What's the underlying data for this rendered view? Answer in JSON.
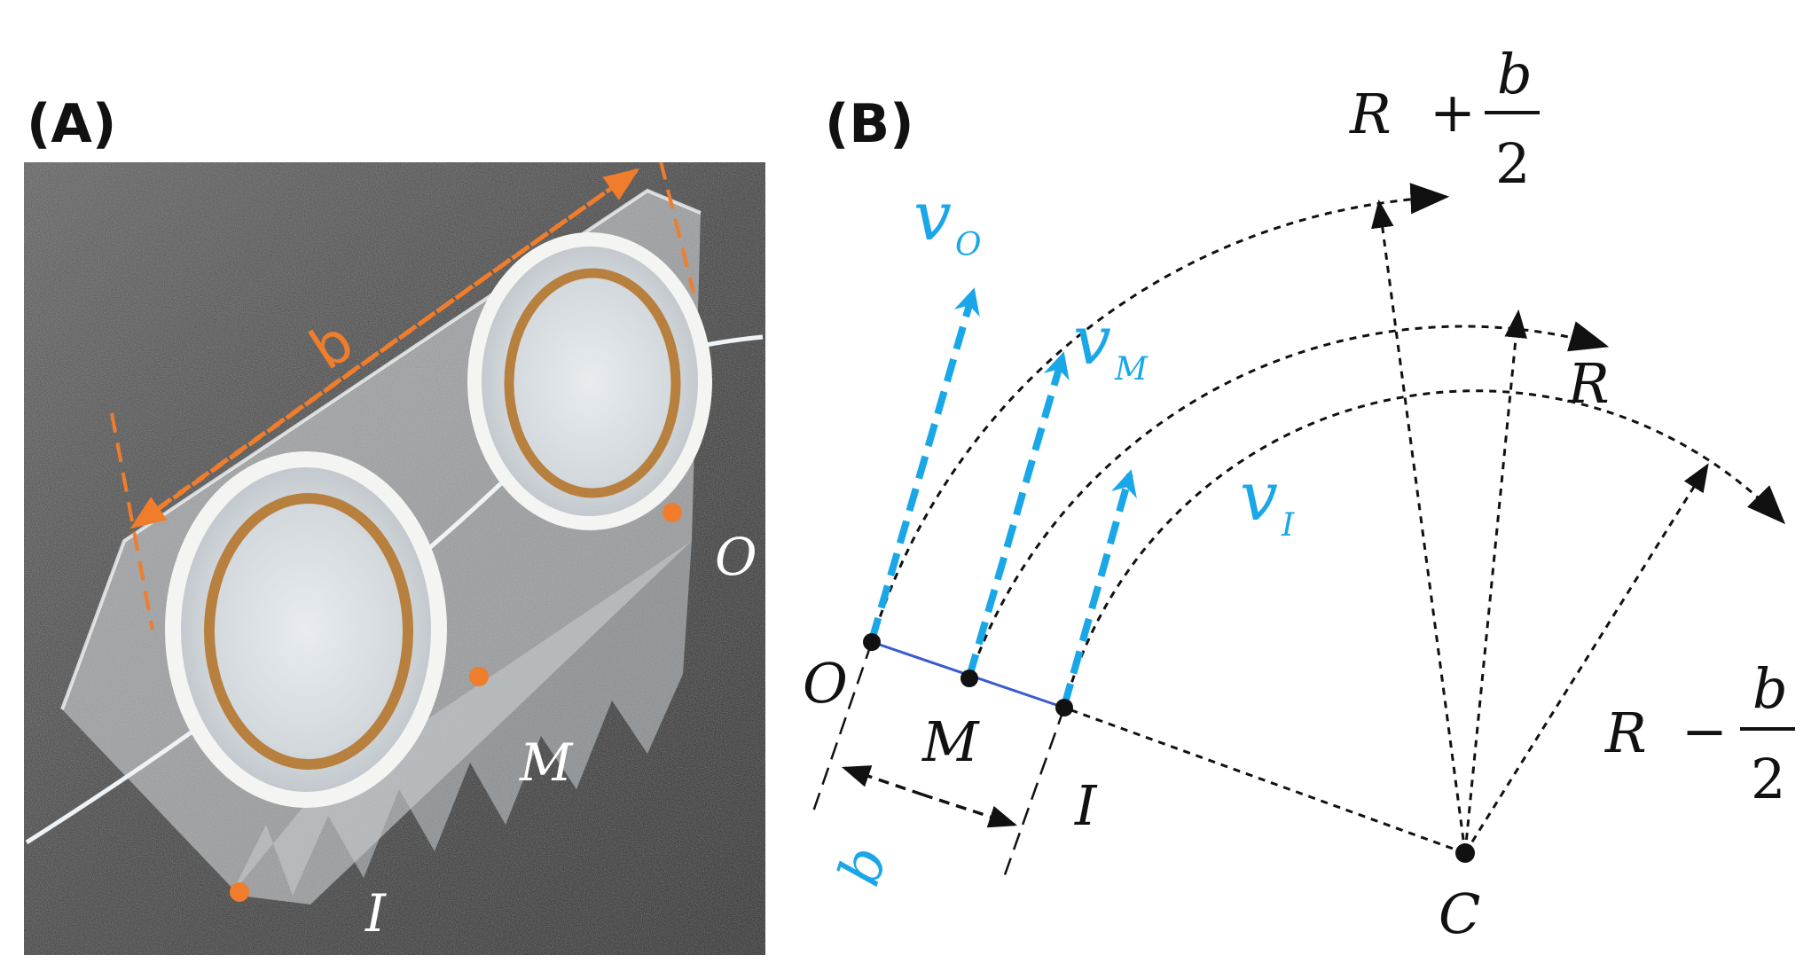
{
  "panels": {
    "a": {
      "label": "(A)"
    },
    "b": {
      "label": "(B)"
    }
  },
  "photo": {
    "dimension_label": "b",
    "point_labels": {
      "outer": "O",
      "middle": "M",
      "inner": "I"
    }
  },
  "diagram": {
    "points": {
      "outer": "O",
      "middle": "M",
      "inner": "I",
      "center": "C"
    },
    "radius_labels": {
      "outer": {
        "base": "R",
        "operator": "+",
        "numerator": "b",
        "denominator": "2"
      },
      "middle": {
        "base": "R"
      },
      "inner": {
        "base": "R",
        "operator": "−",
        "numerator": "b",
        "denominator": "2"
      }
    },
    "velocities": {
      "outer": {
        "symbol": "v",
        "subscript": "O"
      },
      "middle": {
        "symbol": "v",
        "subscript": "M"
      },
      "inner": {
        "symbol": "v",
        "subscript": "I"
      }
    },
    "width_label": "b"
  },
  "colors": {
    "orange": "#F07D2C",
    "cyan": "#1AA7E8",
    "blue_line": "#3A5BD0",
    "ink": "#111111"
  }
}
